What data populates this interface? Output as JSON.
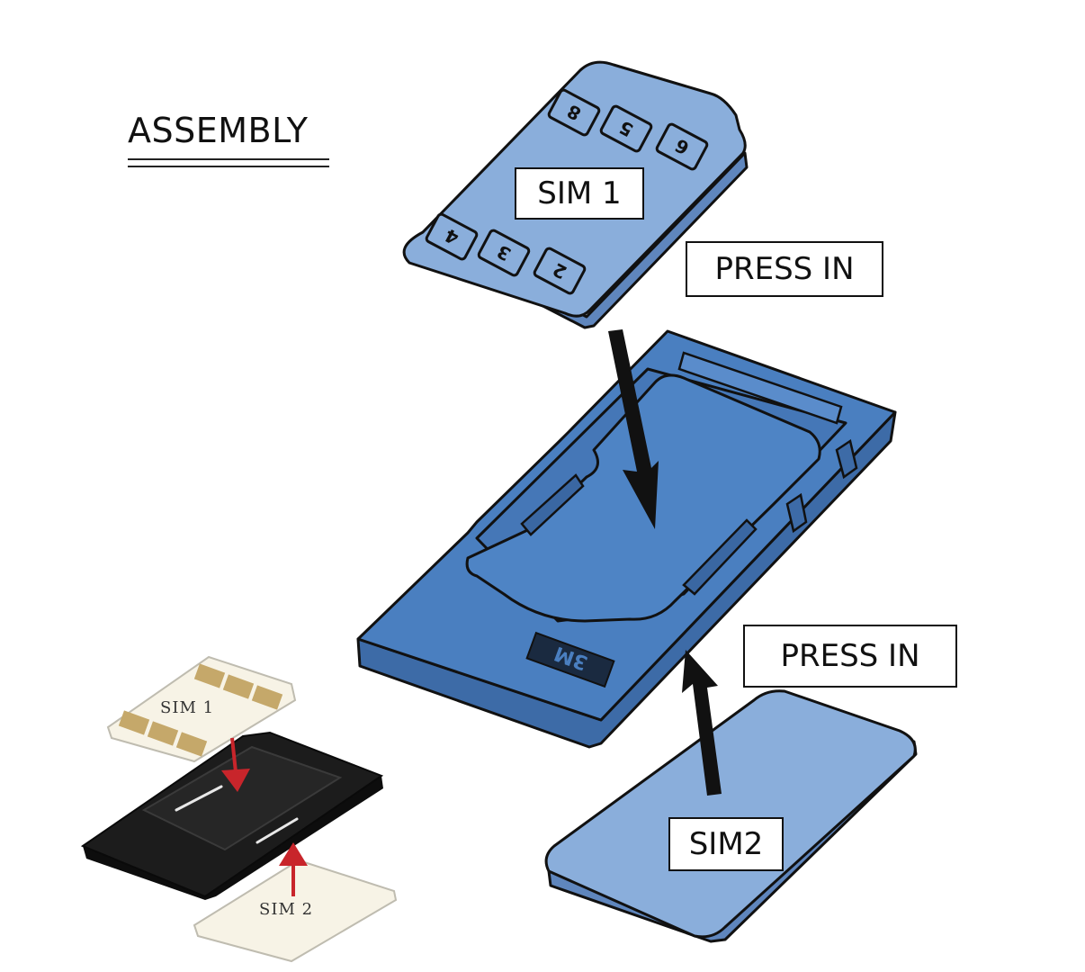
{
  "title": "ASSEMBLY",
  "labels": {
    "sim1": "SIM 1",
    "press_in_top": "PRESS IN",
    "press_in_bottom": "PRESS IN",
    "sim2": "SIM2"
  },
  "photo_labels": {
    "sim1": "SIM 1",
    "sim2": "SIM 2"
  },
  "contact_numbers": {
    "top_row": [
      "8",
      "5",
      "6"
    ],
    "bottom_row": [
      "4",
      "3",
      "2"
    ],
    "tray_marking": "3M"
  },
  "colors": {
    "sim_card": "#8aaedb",
    "tray": "#4a7fc0",
    "outline": "#111111",
    "photo_tray": "#1c1c1c",
    "photo_card": "#f7f3e6",
    "photo_contact": "#c5a86a",
    "photo_arrow": "#c8252b"
  }
}
